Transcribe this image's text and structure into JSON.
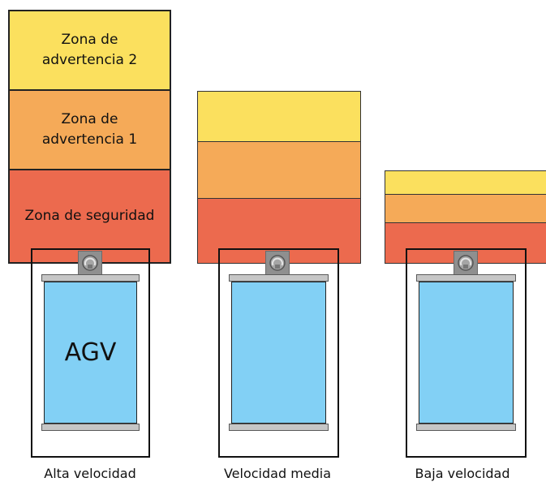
{
  "zones": {
    "warning2": "Zona de\nadvertencia 2",
    "warning1": "Zona de\nadvertencia 1",
    "safety": "Zona de seguridad"
  },
  "agv_label": "AGV",
  "speeds": {
    "high": "Alta velocidad",
    "medium": "Velocidad media",
    "low": "Baja velocidad"
  },
  "colors": {
    "warning2_zone": "#fbe05e",
    "warning1_zone": "#f5aa58",
    "safety_zone": "#ec6a4e",
    "agv_body": "#82d0f5",
    "sensor": "#8f8f8f"
  },
  "icons": {
    "sensor": "lidar-sensor-icon"
  }
}
